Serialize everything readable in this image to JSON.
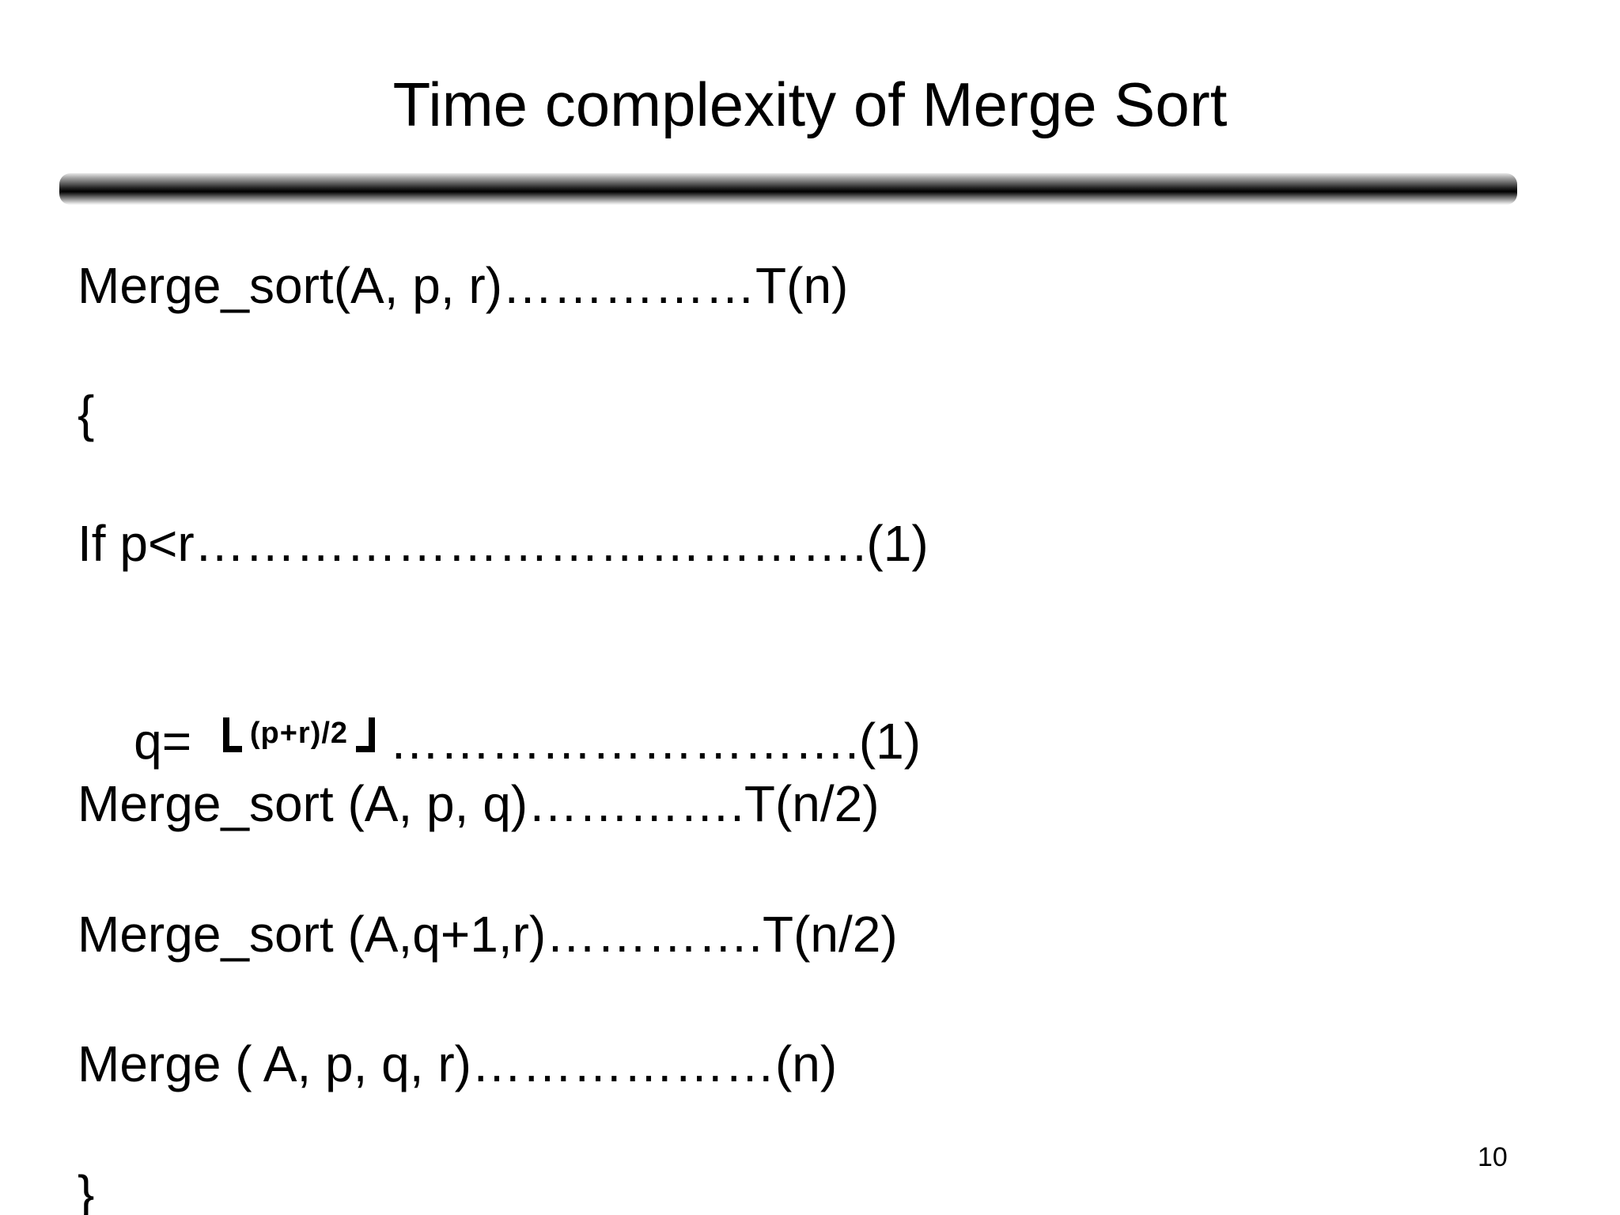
{
  "slide": {
    "title": "Time complexity of Merge Sort",
    "page_number": "10",
    "divider_color_dark": "#000000",
    "divider_color_light": "#aaaaaa",
    "lines": [
      {
        "text": "Merge_sort(A, p, r)……………T(n)"
      },
      {
        "text": "{"
      },
      {
        "text": "If p<r………………………………….(1)"
      },
      {
        "prefix": "q= ",
        "floor_content": "(p+r)/2",
        "suffix": "……………………….(1)"
      },
      {
        "text": "Merge_sort (A, p, q)………….T(n/2)"
      },
      {
        "text": "Merge_sort (A,q+1,r)………….T(n/2)"
      },
      {
        "text": "Merge ( A, p, q, r)………………(n)"
      },
      {
        "text": "}"
      }
    ]
  }
}
